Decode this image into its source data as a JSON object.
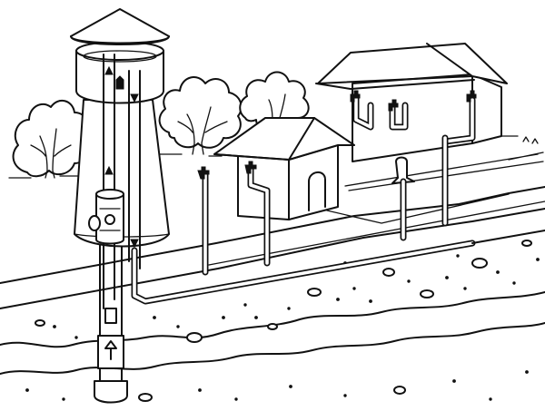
{
  "diagram": {
    "kind": "line-art illustration",
    "colors": {
      "ink": "#111111",
      "paper": "#ffffff"
    },
    "components": [
      "water-tower",
      "tower-tank",
      "well-pipe",
      "pump",
      "well-casing",
      "main-pipeline",
      "outdoor-hydrant",
      "small-house",
      "large-house",
      "trees",
      "ground-layers"
    ]
  }
}
